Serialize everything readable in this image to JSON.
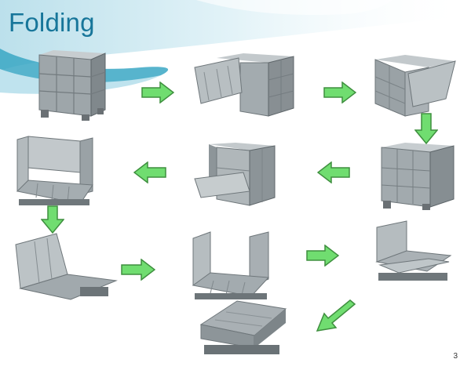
{
  "slide": {
    "title": "Folding",
    "page_number": "3"
  },
  "colors": {
    "title": "#17769a",
    "swoosh_dark": "#3aa7c4",
    "swoosh_light": "#bfe3ee",
    "arrow_fill": "#70dd70",
    "arrow_stroke": "#3f8f3f",
    "metal": "#9aa2a6"
  },
  "steps": [
    {
      "description_icon": "closed-container"
    },
    {
      "description_icon": "door-opening"
    },
    {
      "description_icon": "door-folded-in"
    },
    {
      "description_icon": "front-removed"
    },
    {
      "description_icon": "panel-folding"
    },
    {
      "description_icon": "three-walls"
    },
    {
      "description_icon": "side-folding"
    },
    {
      "description_icon": "two-side-walls"
    },
    {
      "description_icon": "one-wall-folded"
    },
    {
      "description_icon": "fully-folded"
    }
  ]
}
